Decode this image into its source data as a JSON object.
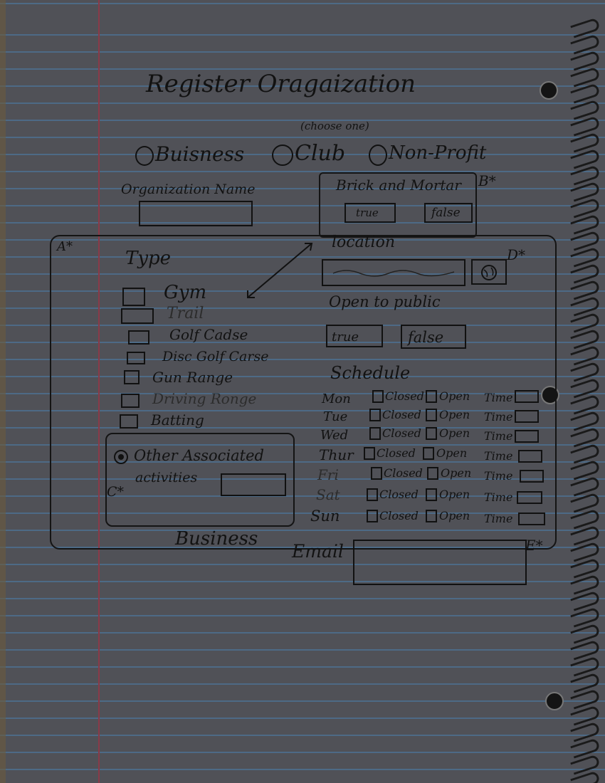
{
  "title": "Register Oragaization",
  "choose_note": "(choose one)",
  "org_types": [
    "Buisness",
    "Club",
    "Non-Profit"
  ],
  "org_name_label": "Organization Name",
  "brick_mortar": {
    "label": "Brick and Mortar",
    "marker": "B*",
    "true_label": "true",
    "false_label": "false"
  },
  "type_section": {
    "marker": "A*",
    "label": "Type",
    "options": [
      "Gym",
      "Trail",
      "Golf Cadse",
      "Disc Golf Carse",
      "Gun Range",
      "Driving Ronge",
      "Batting"
    ]
  },
  "other_activities": {
    "label_line1": "Other Associated",
    "label_line2": "activities",
    "marker": "C*"
  },
  "location": {
    "label": "location",
    "marker": "D*"
  },
  "open_to_public": {
    "label": "Open to public",
    "true_label": "true",
    "false_label": "false"
  },
  "schedule": {
    "label": "Schedule",
    "closed_label": "Closed",
    "open_label": "Open",
    "time_label": "Time",
    "days": [
      "Mon",
      "Tue",
      "Wed",
      "Thur",
      "Fri",
      "Sat",
      "Sun"
    ]
  },
  "business_email": {
    "label1": "Business",
    "label2": "Email",
    "marker": "E*"
  }
}
